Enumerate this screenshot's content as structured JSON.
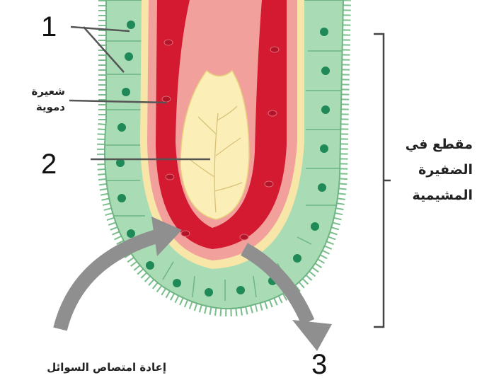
{
  "labels": {
    "num_1": "1",
    "num_2": "2",
    "num_3": "3",
    "capillary_line1": "شعيرة",
    "capillary_line2": "دموية",
    "section_line1": "مقطع في",
    "section_line2": "الضفيرة",
    "section_line3": "المشيمية",
    "reabsorption": "إعادة امتصاص السوائل"
  },
  "colors": {
    "epithelium": "#a9dcb4",
    "epithelium_border": "#6fb483",
    "nucleus": "#1f8a57",
    "stroma": "#f7e6a8",
    "capillary_wall": "#f1a09c",
    "blood": "#d31a31",
    "core": "#fbefb7",
    "arrow": "#8f8f8f"
  }
}
